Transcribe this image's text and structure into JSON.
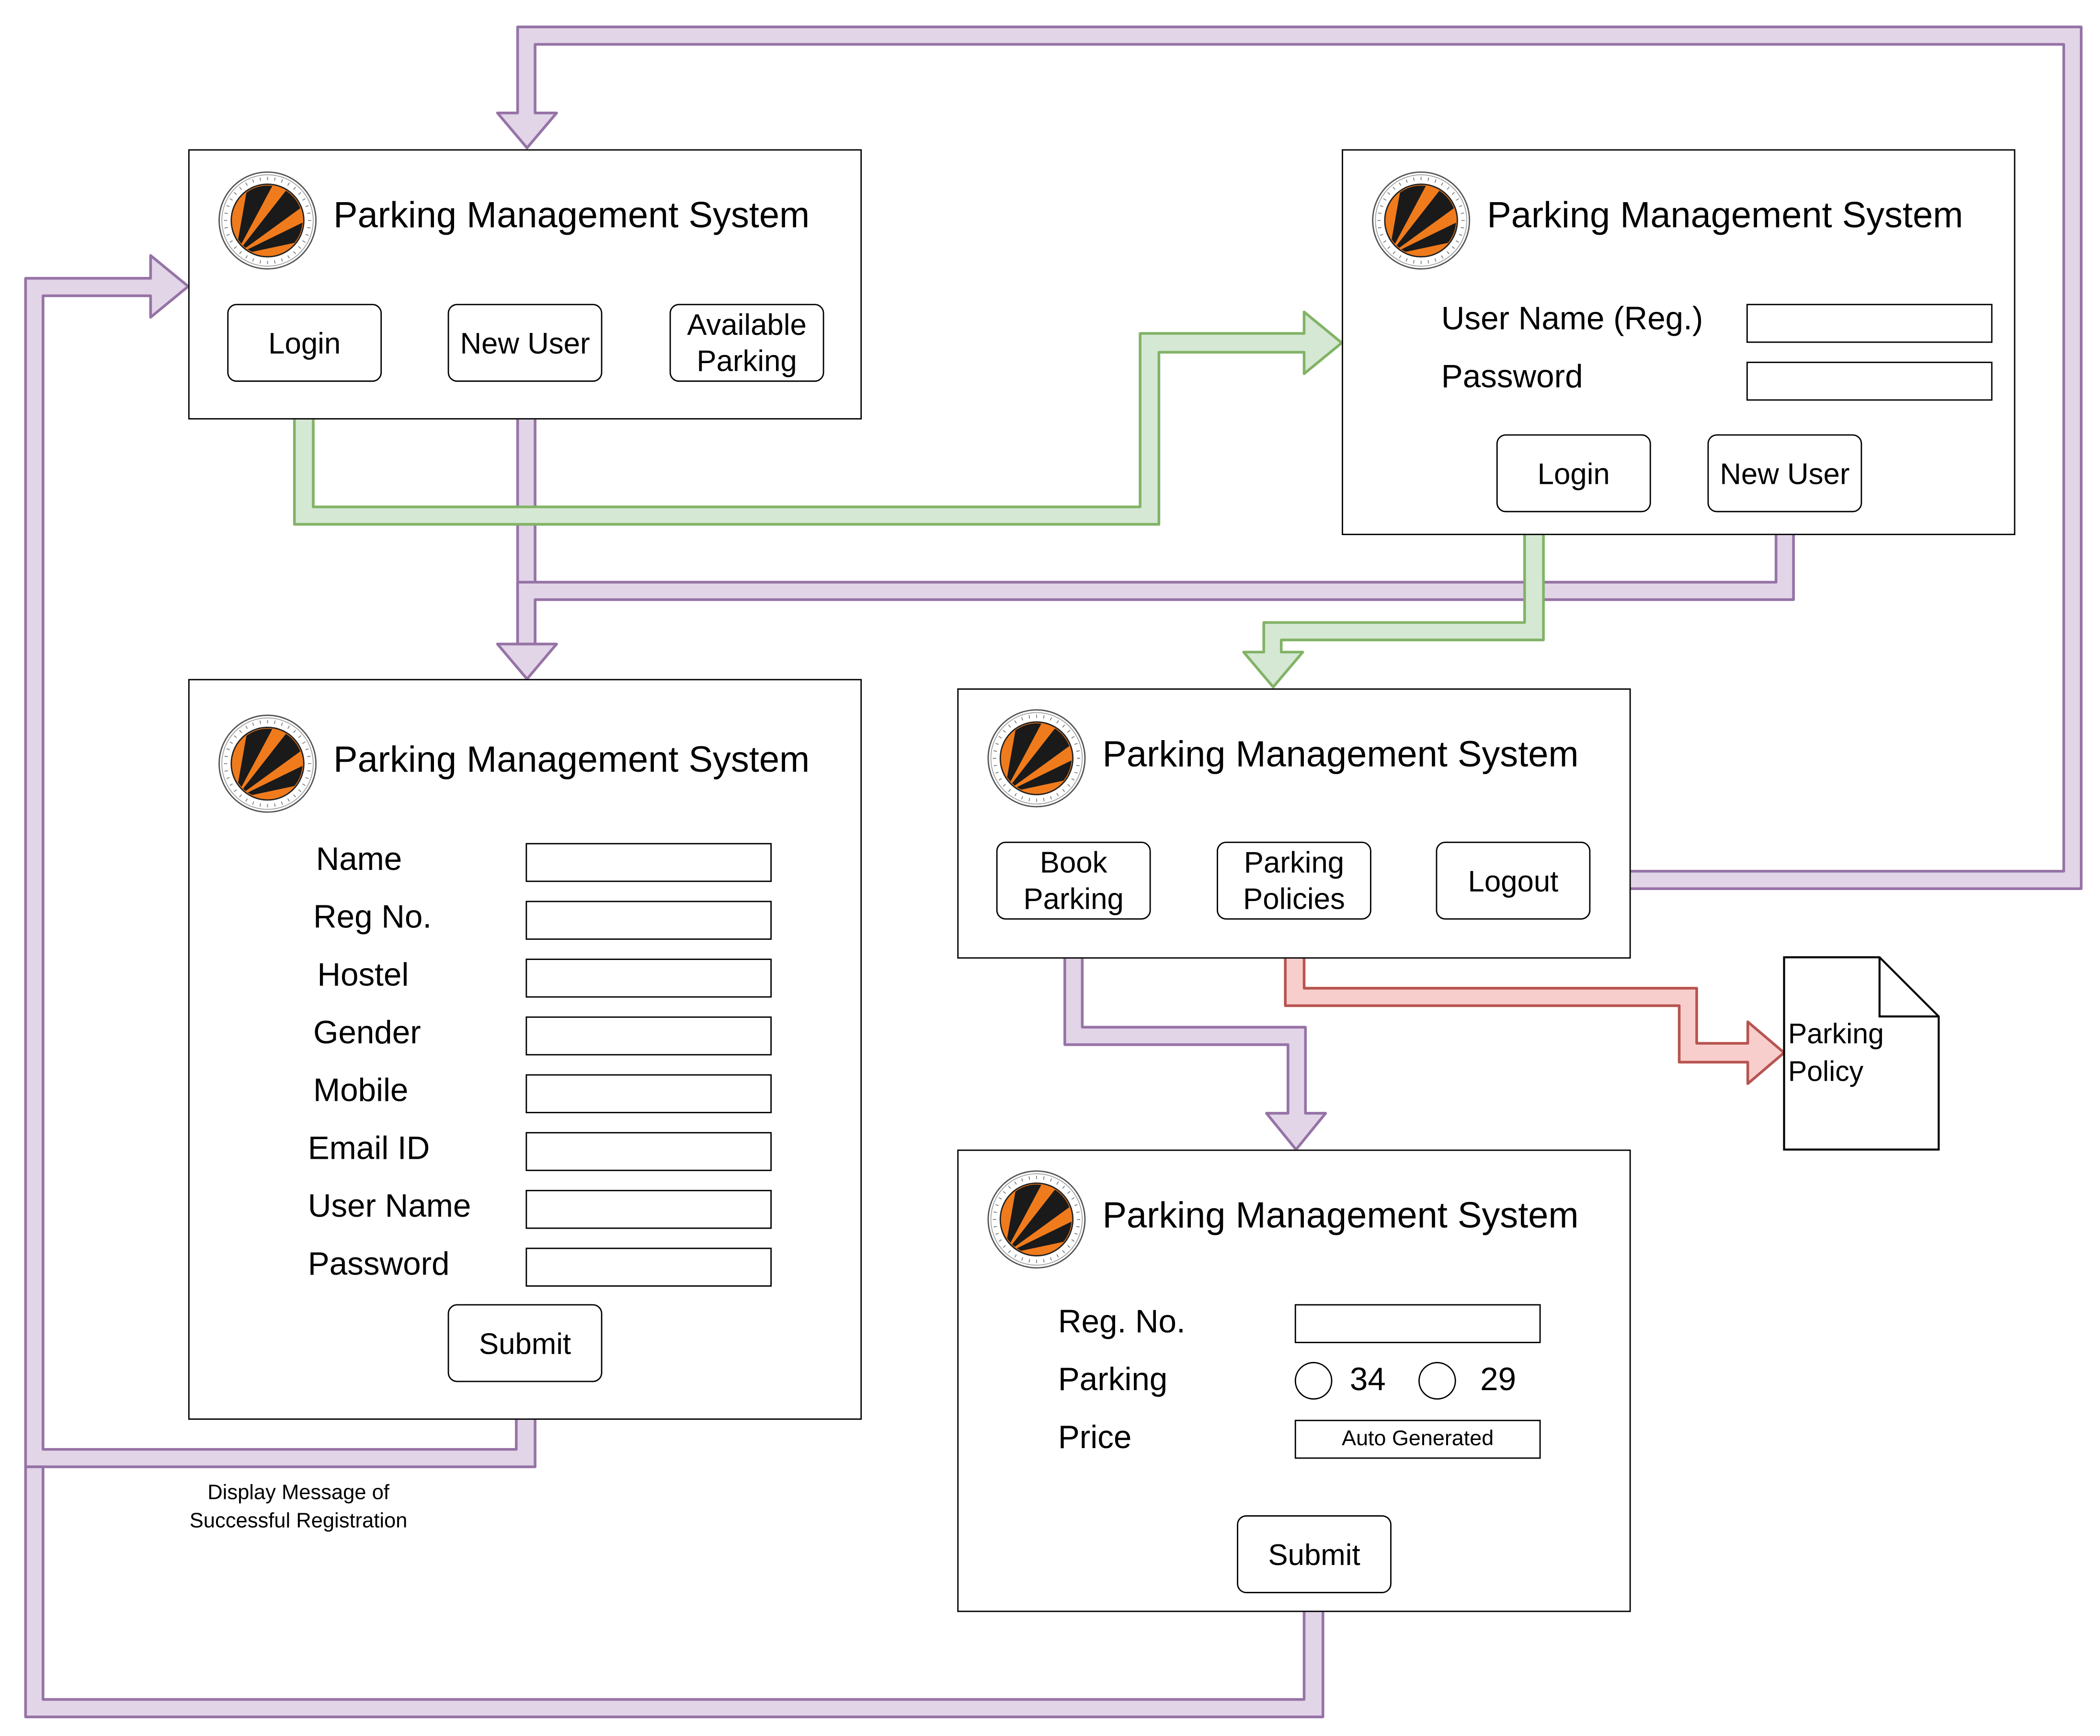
{
  "app_title": "Parking Management System",
  "colors": {
    "purple_fill": "#e1d5e7",
    "purple_stroke": "#9673a6",
    "green_fill": "#d5e8d4",
    "green_stroke": "#82b366",
    "red_fill": "#f8cecc",
    "red_stroke": "#b85450",
    "logo_orange": "#f07b1d"
  },
  "home": {
    "login": "Login",
    "new_user": "New User",
    "available_parking": "Available\nParking"
  },
  "login_screen": {
    "username_label": "User Name (Reg.)",
    "password_label": "Password",
    "login": "Login",
    "new_user": "New User"
  },
  "register": {
    "fields": [
      "Name",
      "Reg No.",
      "Hostel",
      "Gender",
      "Mobile",
      "Email ID",
      "User Name",
      "Password"
    ],
    "submit": "Submit"
  },
  "dashboard": {
    "book": "Book\nParking",
    "policies": "Parking\nPolicies",
    "logout": "Logout"
  },
  "booking": {
    "reg_label": "Reg. No.",
    "parking_label": "Parking",
    "price_label": "Price",
    "option_a": "34",
    "option_b": "29",
    "price_value": "Auto Generated",
    "submit": "Submit"
  },
  "policy_doc": "Parking\nPolicy",
  "note": "Display Message of\nSuccessful Registration",
  "icons": {
    "logo": "university-seal-logo",
    "radio": "radio-button-icon",
    "document": "document-icon"
  }
}
